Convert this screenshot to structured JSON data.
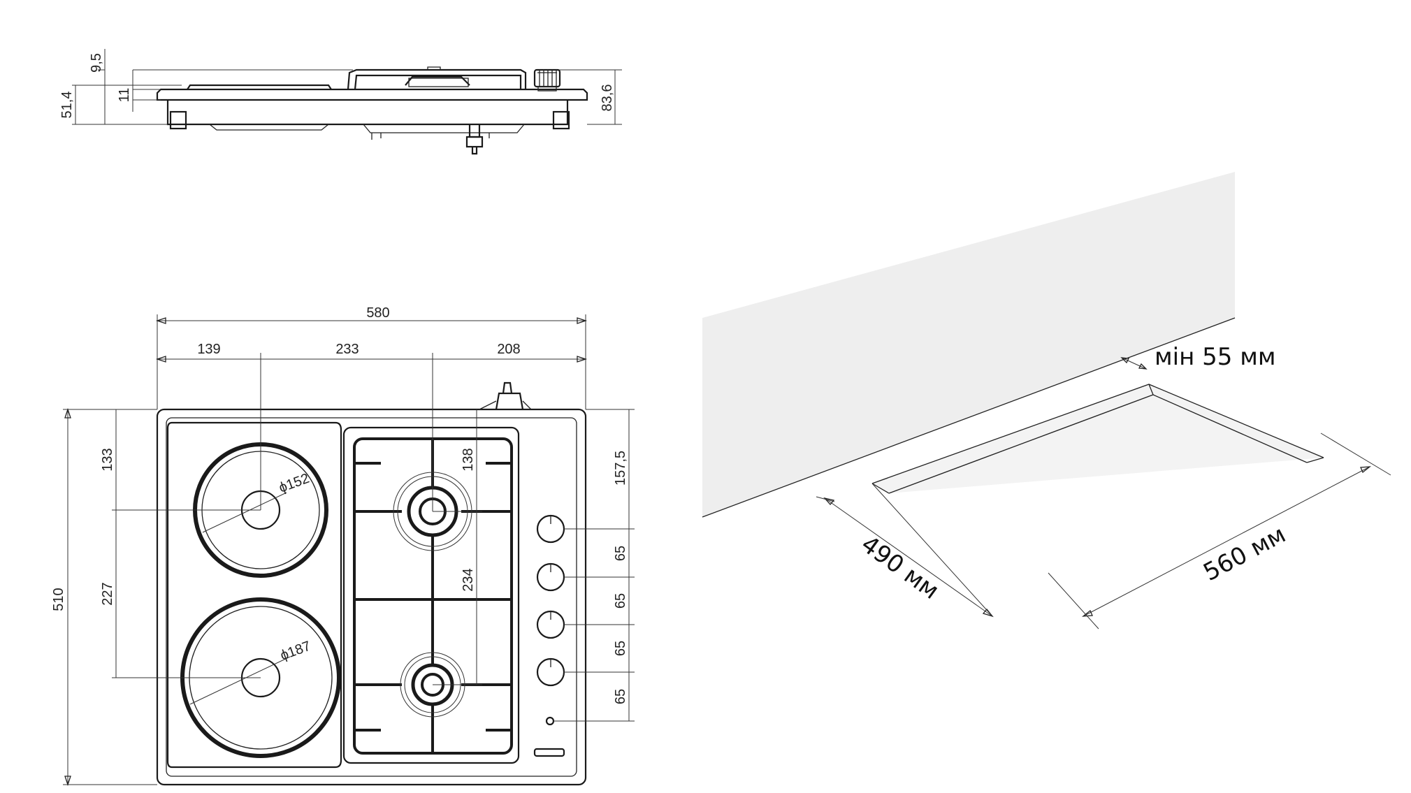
{
  "side_view": {
    "dims": {
      "d9_5": "9,5",
      "d11": "11",
      "d51_4": "51,4",
      "d83_6": "83,6"
    }
  },
  "top_view": {
    "dims": {
      "overall_width": "580",
      "seg_left": "139",
      "seg_mid": "233",
      "seg_right": "208",
      "overall_depth": "510",
      "top_offset": "133",
      "burner_spacing": "227",
      "gas_offset": "138",
      "gas_spacing": "234",
      "knob_offset": "157,5",
      "knob_pitch": [
        "65",
        "65",
        "65",
        "65"
      ]
    },
    "plates": {
      "small": "152",
      "large": "187"
    },
    "diameter_symbol": "ϕ"
  },
  "install_view": {
    "clearance": "мін 55 мм",
    "cut_depth": "490 мм",
    "cut_width": "560 мм"
  }
}
